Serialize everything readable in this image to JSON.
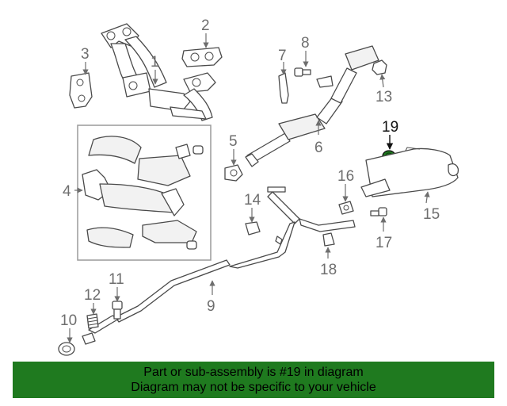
{
  "callouts": [
    "1",
    "2",
    "3",
    "4",
    "5",
    "6",
    "7",
    "8",
    "9",
    "10",
    "11",
    "12",
    "13",
    "14",
    "15",
    "16",
    "17",
    "18",
    "19"
  ],
  "highlight": "19",
  "highlight_color": "#1f7a1f",
  "banner": {
    "line1": "Part or sub-assembly is #19 in diagram",
    "line2": "Diagram may not be specific to your vehicle",
    "background": "#1f7a1f"
  }
}
